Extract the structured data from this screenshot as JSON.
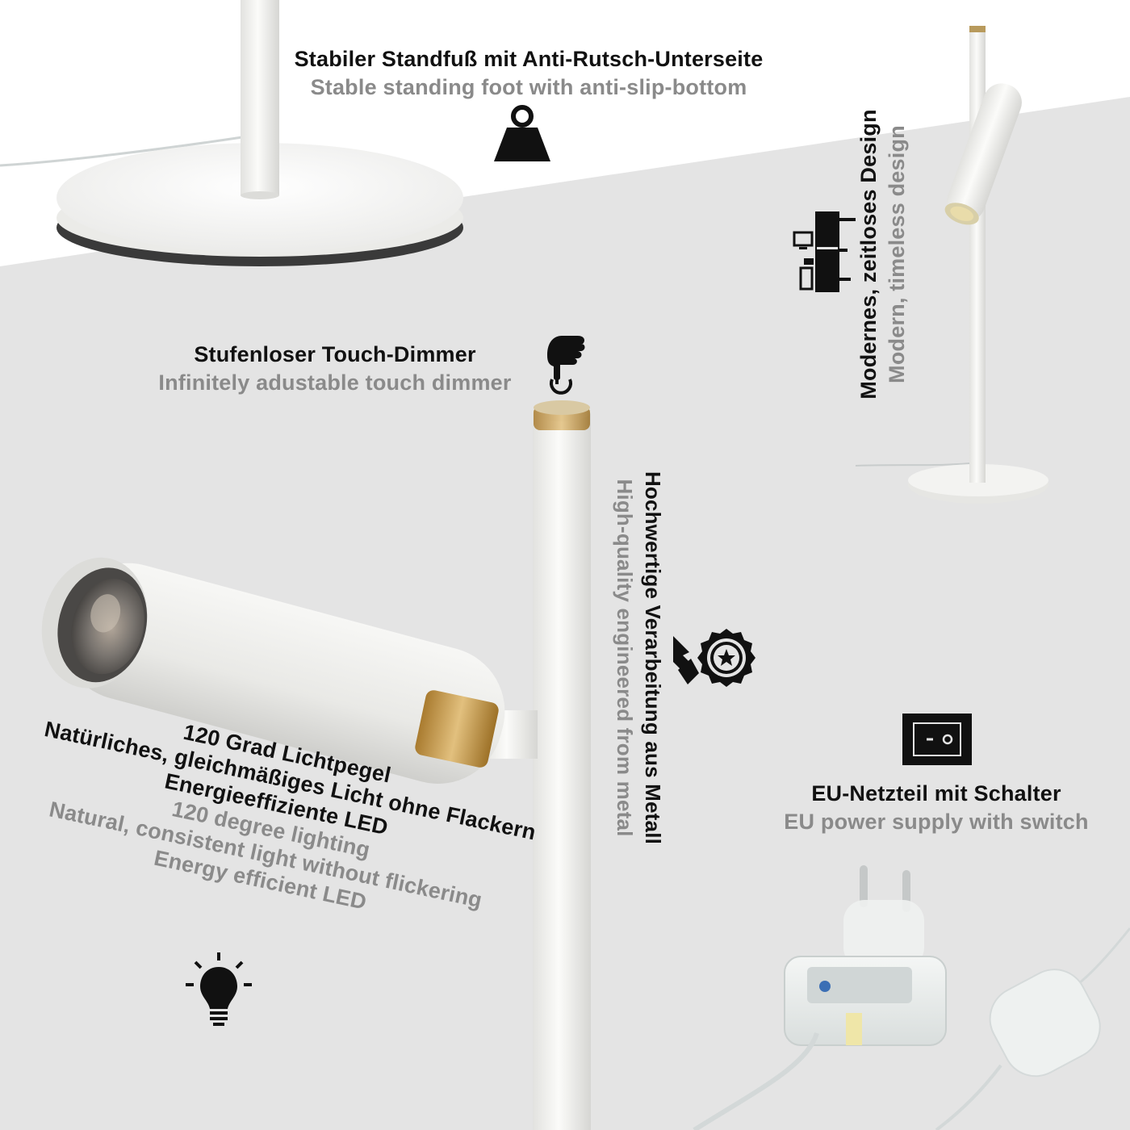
{
  "features": {
    "foot": {
      "de": "Stabiler Standfuß mit Anti-Rutsch-Unterseite",
      "en": "Stable standing foot with anti-slip-bottom",
      "icon": "weight-icon"
    },
    "design": {
      "de": "Modernes, zeitloses Design",
      "en": "Modern, timeless design",
      "icon": "furniture-icon"
    },
    "dimmer": {
      "de": "Stufenloser Touch-Dimmer",
      "en": "Infinitely adustable touch dimmer",
      "icon": "touch-finger-icon"
    },
    "metal": {
      "de": "Hochwertige Verarbeitung aus Metall",
      "en": "High-quality engineered from metal",
      "icon": "quality-badge-icon"
    },
    "lighting": {
      "de_lines": [
        "120 Grad Lichtpegel",
        "Natürliches, gleichmäßiges Licht ohne Flackern",
        "Energieeffiziente LED"
      ],
      "en_lines": [
        "120 degree lighting",
        "Natural, consistent light without flickering",
        "Energy efficient LED"
      ],
      "icon": "light-bulb-icon"
    },
    "power": {
      "de": "EU-Netzteil mit Schalter",
      "en": "EU power supply with switch",
      "icon": "power-switch-icon"
    }
  },
  "colors": {
    "background_light": "#ffffff",
    "background_grey": "#e4e4e4",
    "caption_primary": "#111111",
    "caption_secondary": "#8a8a8a",
    "lamp_white": "#f3f3f1",
    "brass": "#c49a52"
  }
}
